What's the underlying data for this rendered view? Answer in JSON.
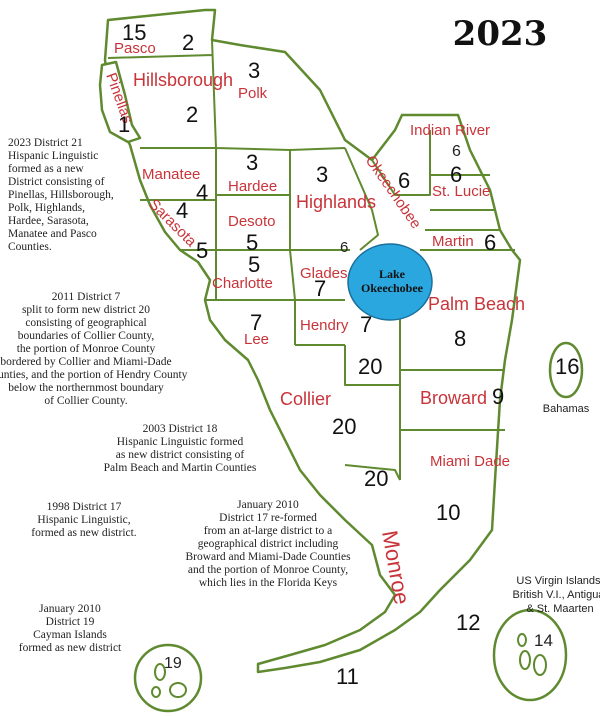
{
  "title": "2023",
  "lake": {
    "line1": "Lake",
    "line2": "Okeechobee"
  },
  "counties": {
    "pasco": "Pasco",
    "pinellas": "Pinellas",
    "hillsborough": "Hillsborough",
    "polk": "Polk",
    "manatee": "Manatee",
    "hardee": "Hardee",
    "highlands": "Highlands",
    "sarasota": "Sarasota",
    "desoto": "Desoto",
    "charlotte": "Charlotte",
    "glades": "Glades",
    "lee": "Lee",
    "hendry": "Hendry",
    "collier": "Collier",
    "indian_river": "Indian River",
    "okeechobee": "Okeechobee",
    "st_lucie": "St. Lucie",
    "martin": "Martin",
    "palm_beach": "Palm Beach",
    "broward": "Broward",
    "miami_dade": "Miami Dade",
    "monroe": "Monroe"
  },
  "districts": {
    "d15": "15",
    "d2_pasco": "2",
    "d2_hills": "2",
    "d1": "1",
    "d3_polk": "3",
    "d4": "4",
    "d4b": "4",
    "d3_hardee": "3",
    "d3_high": "3",
    "d5_sar": "5",
    "d5_desoto": "5",
    "d5_charlotte": "5",
    "d6_glades": "6",
    "d7_glades": "7",
    "d7_lee": "7",
    "d7_hendry": "7",
    "d6_okee": "6",
    "d6_ir": "6",
    "d6_stl": "6",
    "d6_martin": "6",
    "d8": "8",
    "d20a": "20",
    "d20b": "20",
    "d20c": "20",
    "d9": "9",
    "d10": "10",
    "d12": "12",
    "d11": "11",
    "d16": "16",
    "d14": "14",
    "d19": "19"
  },
  "labels": {
    "bahamas": "Bahamas",
    "usvi_1": "US Virgin Islands,",
    "usvi_2": "British V.I., Antigua,",
    "usvi_3": "& St. Maarten"
  },
  "notes": {
    "n2023": [
      "2023 District 21",
      "Hispanic Linguistic",
      "formed as a new",
      "District consisting of",
      "Pinellas, Hillsborough,",
      "Polk, Highlands,",
      "Hardee, Sarasota,",
      "Manatee and Pasco",
      "Counties."
    ],
    "n2011": [
      "2011 District 7",
      "split to form new district 20",
      "consisting of geographical",
      "boundaries of Collier County,",
      "the portion of Monroe County",
      "bordered by Collier and Miami-Dade",
      "Counties, and the portion of Hendry County",
      "below the northernmost boundary",
      "of Collier County."
    ],
    "n2003": [
      "2003  District 18",
      "Hispanic Linguistic formed",
      "as new district consisting of",
      "Palm Beach and Martin Counties"
    ],
    "n1998": [
      "1998 District 17",
      "Hispanic Linguistic,",
      "formed as new district."
    ],
    "n2010a": [
      "January 2010",
      "District 17 re-formed",
      "from an at-large district to a",
      "geographical district including",
      "Broward and Miami-Dade Counties",
      "and the portion of Monroe County,",
      "which lies in the Florida Keys"
    ],
    "n2010b": [
      "January 2010",
      "District 19",
      "Cayman Islands",
      "formed as new district"
    ]
  },
  "colors": {
    "border": "#5f8a2f",
    "county_text": "#c8343a",
    "lake": "#2aa7df",
    "background": "#ffffff"
  }
}
